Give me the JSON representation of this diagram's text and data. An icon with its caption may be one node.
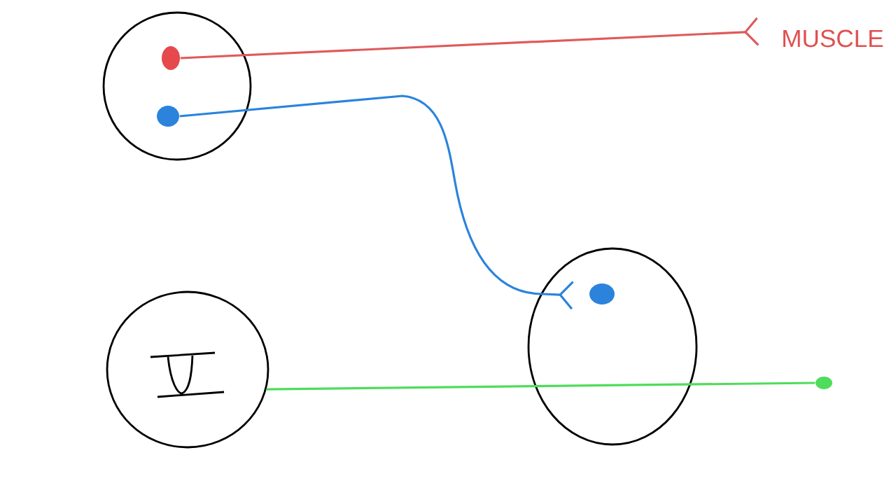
{
  "diagram": {
    "nodes": [
      {
        "text": [],
        "shape": "circle"
      },
      {
        "text": [],
        "shape": "circle",
        "in": 0
      },
      {
        "text": [],
        "shape": "circle",
        "in": 0
      },
      {
        "text": [
          "MUSCLE"
        ]
      },
      {
        "text": [],
        "shape": "circle"
      },
      {
        "text": [],
        "shape": "circle",
        "in": 4
      },
      {
        "text": [],
        "shape": "circle"
      },
      {
        "text": [],
        "shape": "circle"
      }
    ],
    "edges": [
      {
        "from": 1,
        "to": 3,
        "arrow": "other",
        "color": "#e05a5a"
      },
      {
        "from": 2,
        "to": 5,
        "arrow": "other",
        "color": "#2b83dc"
      },
      {
        "from": 6,
        "to": 7,
        "arrow": "none",
        "color": "#4fdc5a"
      }
    ]
  }
}
